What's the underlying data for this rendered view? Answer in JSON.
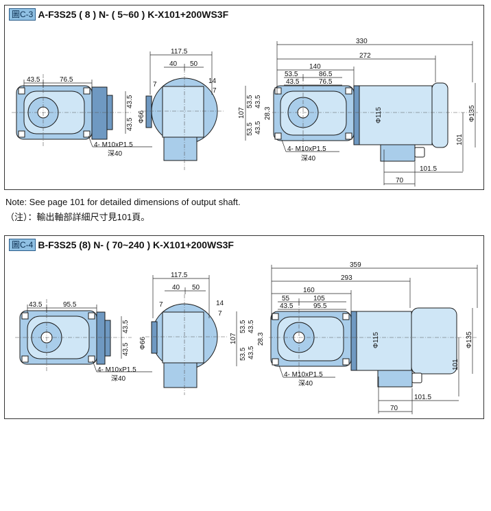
{
  "panels": [
    {
      "fig_tag": "圖C-3",
      "title": "A-F3S25 ( 8 ) N- ( 5~60 ) K-X101+200WS3F",
      "front": {
        "w1": "43.5",
        "w2": "76.5",
        "h1": "43.5",
        "h2": "43.5",
        "bolt": "4- M10xP1.5",
        "depth": "深40"
      },
      "side": {
        "w": "117.5",
        "a": "40",
        "b": "50",
        "s1": "7",
        "s2": "14",
        "s3": "7",
        "dia": "Φ66"
      },
      "motor": {
        "total": "330",
        "l272": "272",
        "l140": "140",
        "l53": "53.5",
        "l86": "86.5",
        "l43": "43.5",
        "l76": "76.5",
        "v107": "107",
        "v53a": "53.5",
        "v53b": "53.5",
        "v43a": "43.5",
        "v43b": "43.5",
        "v28": "28.3",
        "d115": "Φ115",
        "d135": "Φ135",
        "h101": "101",
        "b101": "101.5",
        "b70": "70",
        "bolt": "4- M10xP1.5",
        "depth": "深40"
      }
    },
    {
      "fig_tag": "圖C-4",
      "title": "B-F3S25 (8) N- ( 70~240 ) K-X101+200WS3F",
      "front": {
        "w1": "43.5",
        "w2": "95.5",
        "h1": "43.5",
        "h2": "43.5",
        "bolt": "4- M10xP1.5",
        "depth": "深40"
      },
      "side": {
        "w": "117.5",
        "a": "40",
        "b": "50",
        "s1": "7",
        "s2": "14",
        "s3": "7",
        "dia": "Φ66"
      },
      "motor": {
        "total": "359",
        "l272": "293",
        "l140": "160",
        "l53": "55",
        "l86": "105",
        "l43": "43.5",
        "l76": "95.5",
        "v107": "107",
        "v53a": "53.5",
        "v53b": "53.5",
        "v43a": "43.5",
        "v43b": "43.5",
        "v28": "28.3",
        "d115": "Φ115",
        "d135": "Φ135",
        "h101": "101",
        "b101": "101.5",
        "b70": "70",
        "bolt": "4- M10xP1.5",
        "depth": "深40"
      }
    }
  ],
  "notes": {
    "en": "Note: See page 101 for detailed dimensions of output shaft.",
    "zh": "（注）：輸出軸部詳細尺寸見101頁。"
  }
}
